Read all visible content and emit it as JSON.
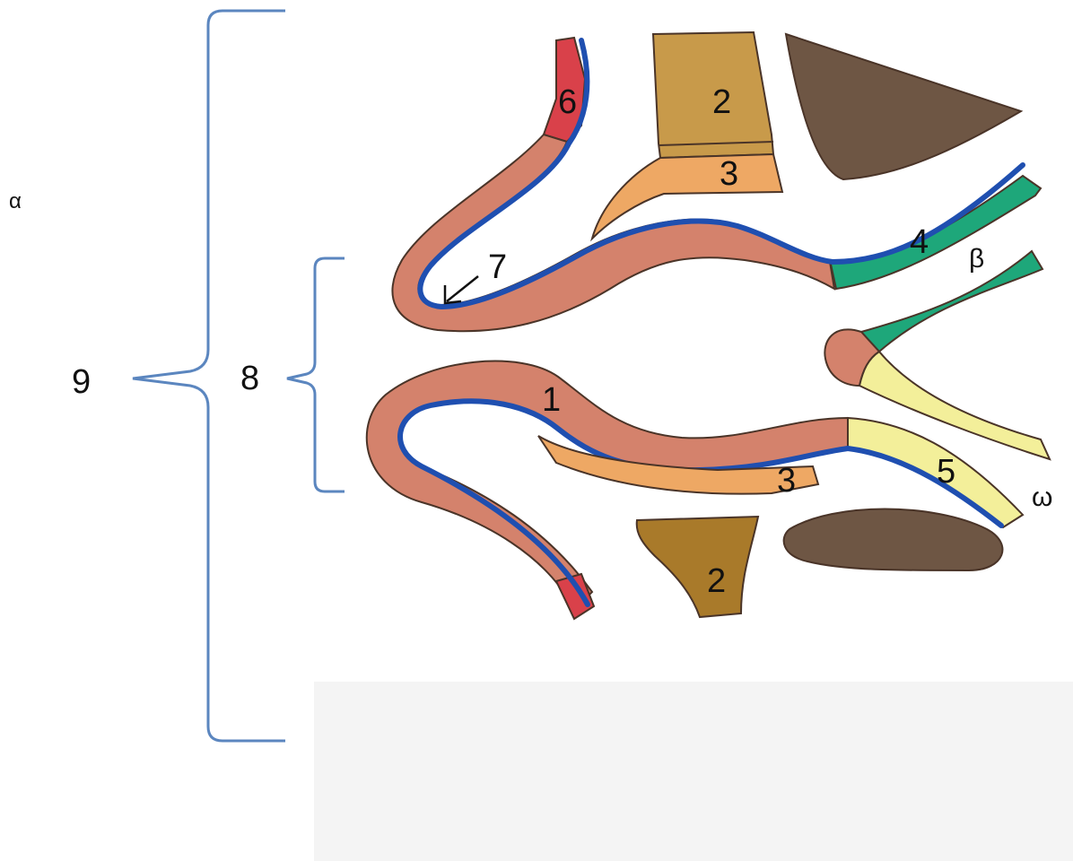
{
  "labels": {
    "alpha": "α",
    "beta": "β",
    "omega": "ω",
    "n1": "1",
    "n2_top": "2",
    "n2_bottom": "2",
    "n3_top": "3",
    "n3_bottom": "3",
    "n4": "4",
    "n5": "5",
    "n6": "6",
    "n7": "7",
    "n8": "8",
    "n9": "9"
  },
  "colors": {
    "bracket": "#5b86bf",
    "mucosa": "#d4826c",
    "blue_layer": "#1f4fb0",
    "outline": "#4a3428",
    "red_end": "#d9414a",
    "tan_block": "#c89a4a",
    "orange_strip": "#eea864",
    "dark_brown": "#6e5644",
    "ochre": "#a97a2a",
    "green": "#1ea77a",
    "yellow": "#f3ef9a",
    "paper_shadow": "#f3f3f3"
  }
}
